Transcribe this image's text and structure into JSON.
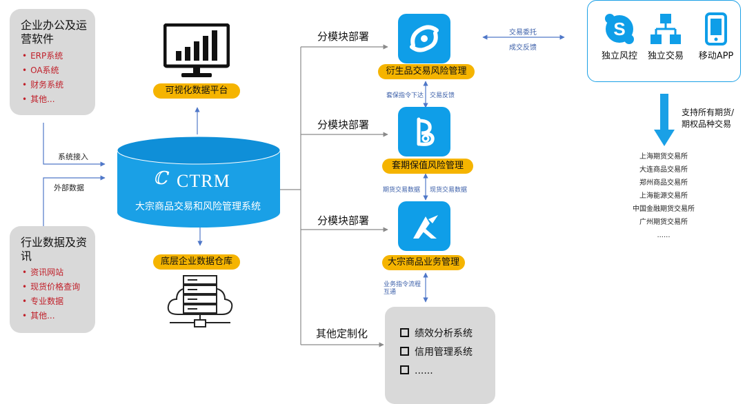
{
  "left_top": {
    "title": "企业办公及运营软件",
    "items": [
      "ERP系统",
      "OA系统",
      "财务系统",
      "其他..."
    ]
  },
  "left_bottom": {
    "title": "行业数据及资讯",
    "items": [
      "资讯网站",
      "现货价格查询",
      "专业数据",
      "其他..."
    ]
  },
  "connectors": {
    "system_access": "系统接入",
    "external_data": "外部数据"
  },
  "center": {
    "visual_platform": "可视化数据平台",
    "brand": "CTRM",
    "system_name": "大宗商品交易和风险管理系统",
    "warehouse": "底层企业数据仓库"
  },
  "modules": {
    "deploy_label": "分模块部署",
    "other_label": "其他定制化",
    "derivatives": "衍生品交易风险管理",
    "hedging": "套期保值风险管理",
    "commodity": "大宗商品业务管理",
    "hedge_cmd_down": "套保指令下达",
    "trade_feedback": "交易反馈",
    "futures_data": "期货交易数据",
    "spot_data": "现货交易数据",
    "biz_flow": "业务指令流程互通",
    "entrust": "交易委托",
    "fill_feedback": "成交反馈"
  },
  "custom_items": [
    "绩效分析系统",
    "信用管理系统",
    "......"
  ],
  "apps": [
    {
      "label": "独立风控",
      "icon": "skype-icon"
    },
    {
      "label": "独立交易",
      "icon": "network-icon"
    },
    {
      "label": "移动APP",
      "icon": "mobile-icon"
    }
  ],
  "support_text": "支持所有期货/期权品种交易",
  "exchanges": [
    "上海期货交易所",
    "大连商品交易所",
    "郑州商品交易所",
    "上海能源交易所",
    "中国金融期货交易所",
    "广州期货交易所",
    "......"
  ],
  "colors": {
    "accent_blue": "#0f9ee8",
    "pill_yellow": "#f5b400",
    "item_red": "#c0202a",
    "line_blue": "#4f77c8"
  }
}
